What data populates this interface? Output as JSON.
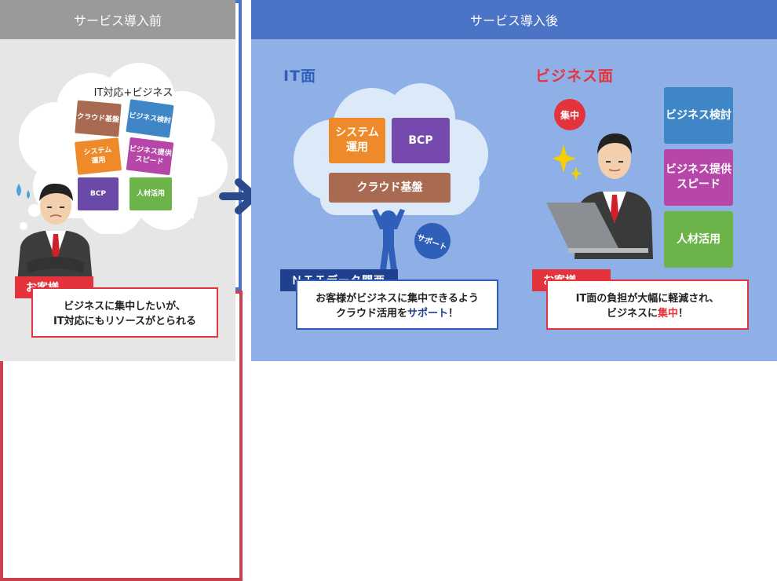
{
  "before": {
    "header": "サービス導入前",
    "cloud_title": "IT対応+ビジネス",
    "tiles": [
      "クラウド基盤",
      "ビジネス検討",
      "システム\n運用",
      "ビジネス提供\nスピード",
      "BCP",
      "人材活用"
    ],
    "tag": "お客様",
    "message": "ビジネスに集中したいが、\nIT対応にもリソースがとられる"
  },
  "after": {
    "header": "サービス導入後",
    "it": {
      "title": "IT面",
      "tiles": [
        "システム\n運用",
        "BCP",
        "クラウド基盤"
      ],
      "support_badge": "サポート",
      "tag": "ＮＴＴデータ関西",
      "message_line1": "お客様がビジネスに集中できるよう",
      "message_line2_prefix": "クラウド活用を",
      "message_line2_emphasis": "サポート",
      "message_line2_suffix": "！"
    },
    "business": {
      "title": "ビジネス面",
      "focus_badge": "集中",
      "tiles": [
        "ビジネス検討",
        "ビジネス提供\nスピード",
        "人材活用"
      ],
      "tag": "お客様",
      "message_line1": "IT面の負担が大幅に軽減され、",
      "message_line2_prefix": "ビジネスに",
      "message_line2_emphasis": "集中",
      "message_line2_suffix": "！"
    }
  },
  "colors": {
    "before_bg": "#e6e6e6",
    "before_header": "#9a9a9a",
    "after_bg": "#8fb0e6",
    "after_header": "#4c74c6",
    "it_border": "#4c74c6",
    "biz_border": "#c9404e",
    "accent_red": "#e4333c",
    "navy": "#1f3f8f"
  }
}
